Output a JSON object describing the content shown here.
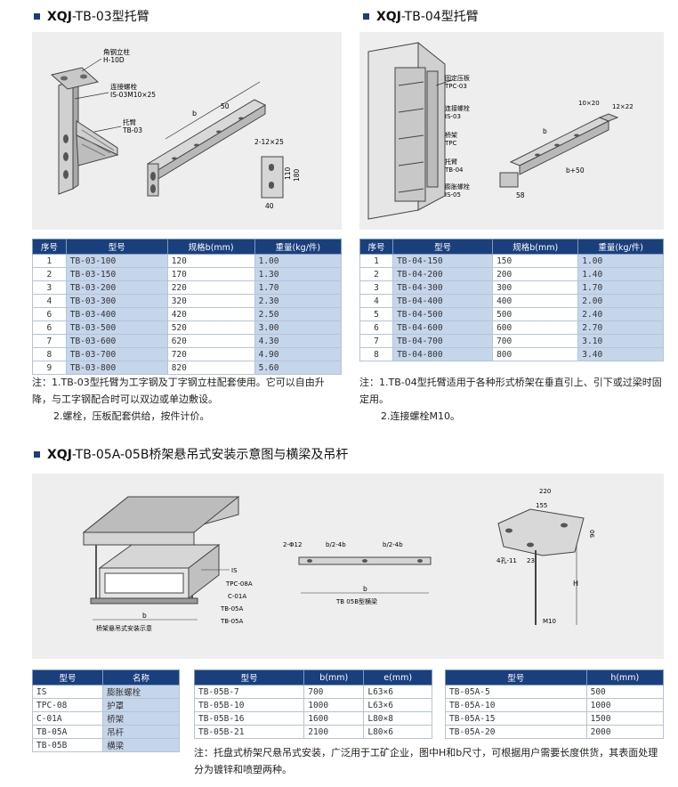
{
  "sections": {
    "tb03": {
      "code": "XQJ",
      "title": "-TB-03型托臂"
    },
    "tb04": {
      "code": "XQJ",
      "title": "-TB-04型托臂"
    },
    "tb05": {
      "code": "XQJ",
      "title": "-TB-05A-05B桥架悬吊式安装示意图与横梁及吊杆"
    }
  },
  "fig_tb03": {
    "label1": "角钢立柱",
    "label1b": "H-10D",
    "label2": "连接螺栓",
    "label2b": "IS-03M10×25",
    "label3": "托臂",
    "label3b": "TB-03",
    "dim_b": "b",
    "dim_50": "50",
    "dim_slot": "2-12×25",
    "dim_110": "110",
    "dim_180": "180",
    "dim_40": "40"
  },
  "fig_tb04": {
    "l1": "固定压板",
    "l1b": "TPC-03",
    "l2": "连接螺栓",
    "l2b": "IS-03",
    "l3": "桥架",
    "l3b": "TPC",
    "l4": "托臂",
    "l4b": "TB-04",
    "l5": "膨胀螺栓",
    "l5b": "IS-05",
    "d1": "10×20",
    "d2": "12×22",
    "d3": "b",
    "d4": "b+50",
    "d5": "58"
  },
  "fig_tb05": {
    "caption1": "桥架悬吊式安装示意",
    "b": "b",
    "p1": "IS",
    "p2": "TPC-08A",
    "p3": "C-01A",
    "p4": "TB-05A",
    "p5": "TB-05A",
    "beam_dim1": "2-Φ12",
    "beam_dim2": "b/2-4b",
    "beam_dim3": "b/2-4b",
    "beam_b": "b",
    "beam_caption": "TB 05B型横梁",
    "r_220": "220",
    "r_155": "155",
    "r_90": "90",
    "r_holes": "4孔-11",
    "r_23": "23",
    "r_h": "H",
    "r_m10": "M10"
  },
  "table_tb03": {
    "headers": [
      "序号",
      "型号",
      "规格b(mm)",
      "重量(kg/件)"
    ],
    "rows": [
      [
        "1",
        "TB-03-100",
        "120",
        "1.00"
      ],
      [
        "2",
        "TB-03-150",
        "170",
        "1.30"
      ],
      [
        "3",
        "TB-03-200",
        "220",
        "1.70"
      ],
      [
        "4",
        "TB-03-300",
        "320",
        "2.30"
      ],
      [
        "6",
        "TB-03-400",
        "420",
        "2.50"
      ],
      [
        "6",
        "TB-03-500",
        "520",
        "3.00"
      ],
      [
        "7",
        "TB-03-600",
        "620",
        "4.30"
      ],
      [
        "8",
        "TB-03-700",
        "720",
        "4.90"
      ],
      [
        "9",
        "TB-03-800",
        "820",
        "5.60"
      ]
    ]
  },
  "table_tb04": {
    "headers": [
      "序号",
      "型号",
      "规格b(mm)",
      "重量(kg/件)"
    ],
    "rows": [
      [
        "1",
        "TB-04-150",
        "150",
        "1.00"
      ],
      [
        "2",
        "TB-04-200",
        "200",
        "1.40"
      ],
      [
        "3",
        "TB-04-300",
        "300",
        "1.70"
      ],
      [
        "4",
        "TB-04-400",
        "400",
        "2.00"
      ],
      [
        "5",
        "TB-04-500",
        "500",
        "2.40"
      ],
      [
        "6",
        "TB-04-600",
        "600",
        "2.70"
      ],
      [
        "7",
        "TB-04-700",
        "700",
        "3.10"
      ],
      [
        "8",
        "TB-04-800",
        "800",
        "3.40"
      ]
    ]
  },
  "notes": {
    "tb03_1": "注：1.TB-03型托臂为工字钢及丁字钢立柱配套使用。它可以自由升降，与工字钢配合时可以双边或单边敷设。",
    "tb03_2": "2.螺栓，压板配套供给，按件计价。",
    "tb04_1": "注：1.TB-04型托臂适用于各种形式桥架在垂直引上、引下或过梁时固定用。",
    "tb04_2": "2.连接螺栓M10。",
    "tb05": "注：托盘式桥架尺悬吊式安装，广泛用于工矿企业，图中H和b尺寸，可根据用户需要长度供货，其表面处理分为镀锌和喷塑两种。"
  },
  "table_names": {
    "headers": [
      "型号",
      "名称"
    ],
    "rows": [
      [
        "IS",
        "膨胀螺栓"
      ],
      [
        "TPC-08",
        "护罩"
      ],
      [
        "C-01A",
        "桥架"
      ],
      [
        "TB-05A",
        "吊杆"
      ],
      [
        "TB-05B",
        "横梁"
      ]
    ]
  },
  "table_05b": {
    "headers": [
      "型号",
      "b(mm)",
      "e(mm)"
    ],
    "rows": [
      [
        "TB-05B-7",
        "700",
        "L63×6"
      ],
      [
        "TB-05B-10",
        "1000",
        "L63×6"
      ],
      [
        "TB-05B-16",
        "1600",
        "L80×8"
      ],
      [
        "TB-05B-21",
        "2100",
        "L80×6"
      ]
    ]
  },
  "table_05a": {
    "headers": [
      "型号",
      "h(mm)"
    ],
    "rows": [
      [
        "TB-05A-5",
        "500"
      ],
      [
        "TB-05A-10",
        "1000"
      ],
      [
        "TB-05A-15",
        "1500"
      ],
      [
        "TB-05A-20",
        "2000"
      ]
    ]
  },
  "colors": {
    "header": "#1a3f7d",
    "highlight": "#c5d5ea",
    "figure_bg": "#eeeeee"
  }
}
